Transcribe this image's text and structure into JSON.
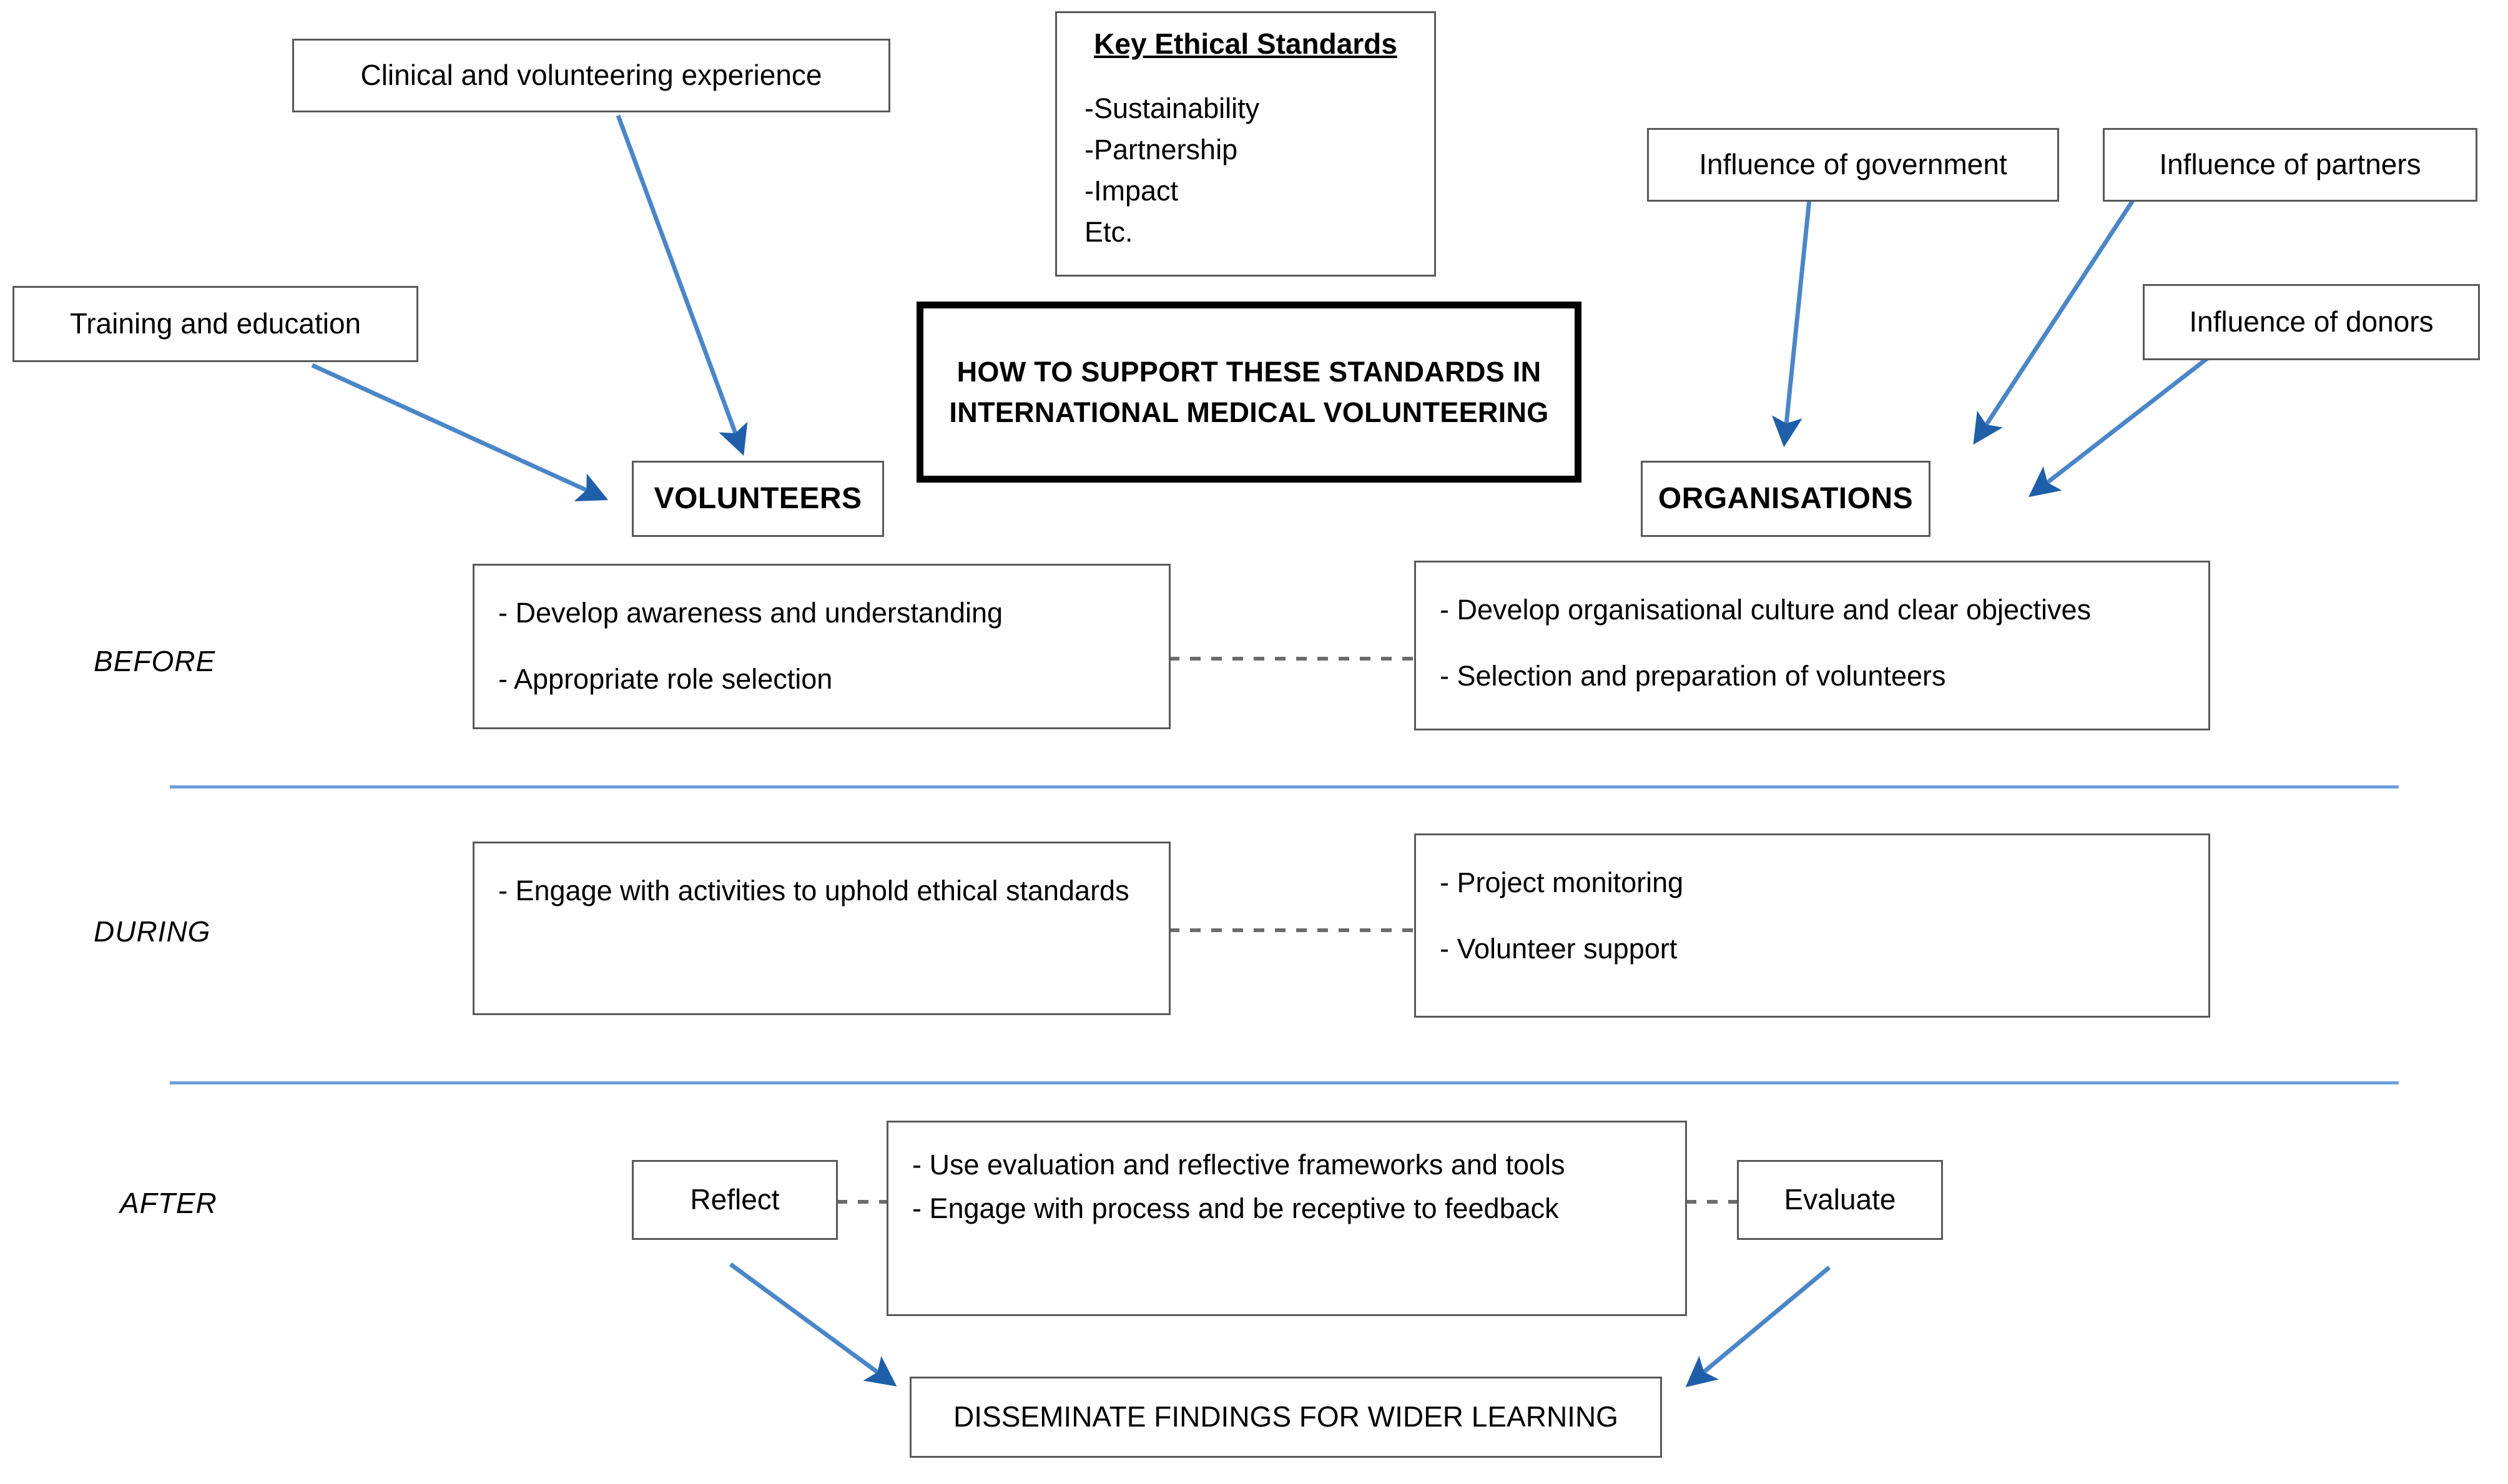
{
  "diagram": {
    "title": "HOW TO SUPPORT THESE STANDARDS IN INTERNATIONAL MEDICAL VOLUNTEERING",
    "accent_color": "#4a86c8",
    "arrowhead_color": "#1f5fa9",
    "divider_color": "#6d9eda",
    "box_border_color": "#595959"
  },
  "standards_panel": {
    "title": "Key Ethical Standards",
    "items": [
      "-Sustainability",
      "-Partnership",
      "-Impact",
      "Etc."
    ]
  },
  "center": {
    "title": "HOW TO SUPPORT THESE STANDARDS IN INTERNATIONAL MEDICAL VOLUNTEERING"
  },
  "volunteer_inputs": [
    {
      "label": "Clinical and volunteering experience"
    },
    {
      "label": "Training and education"
    }
  ],
  "organisation_inputs": [
    {
      "label": "Influence of government"
    },
    {
      "label": "Influence of partners"
    },
    {
      "label": "Influence of donors"
    }
  ],
  "actors": {
    "volunteers": "VOLUNTEERS",
    "organisations": "ORGANISATIONS"
  },
  "phases": [
    {
      "label": "BEFORE"
    },
    {
      "label": "DURING"
    },
    {
      "label": "AFTER"
    }
  ],
  "before": {
    "volunteers": [
      "- Develop awareness and understanding",
      "- Appropriate role selection"
    ],
    "organisations": [
      "- Develop organisational culture and clear objectives",
      "- Selection and preparation of volunteers"
    ]
  },
  "during": {
    "volunteers": [
      "- Engage with activities to uphold ethical standards"
    ],
    "organisations": [
      "- Project monitoring",
      "- Volunteer support"
    ]
  },
  "after": {
    "reflect": "Reflect",
    "evaluate": "Evaluate",
    "actions": [
      "- Use evaluation and reflective frameworks and tools",
      "- Engage with process and be receptive to feedback"
    ]
  },
  "outcome": {
    "label": "DISSEMINATE FINDINGS FOR WIDER LEARNING"
  }
}
